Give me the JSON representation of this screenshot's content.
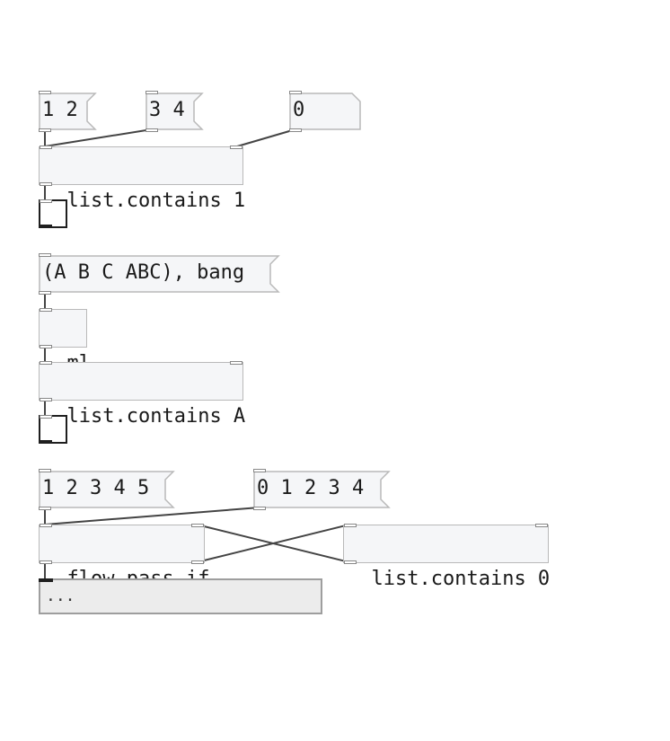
{
  "patch": {
    "section1": {
      "msg_a": "1 2",
      "msg_b": "3 4",
      "msg_c": "0",
      "object": "list.contains 1"
    },
    "section2": {
      "msg": "(A B C ABC), bang",
      "ml": "ml",
      "object": "list.contains A"
    },
    "section3": {
      "msg_a": "1 2 3 4 5",
      "msg_b": "0 1 2 3 4",
      "pass_if": "flow.pass_if",
      "object": "list.contains 0",
      "display": "..."
    }
  }
}
